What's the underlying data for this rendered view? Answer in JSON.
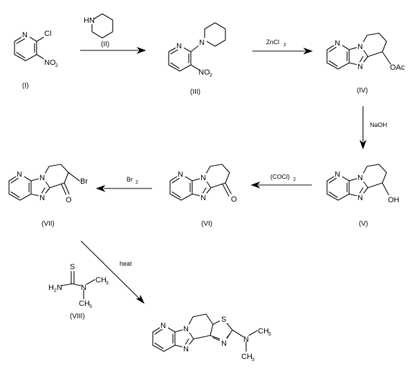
{
  "compounds": {
    "I": {
      "label": "(I)",
      "atoms": {
        "n": "N",
        "cl": "Cl",
        "no2": "NO",
        "no2_sub": "2"
      }
    },
    "II": {
      "label": "(II)",
      "atoms": {
        "hn": "HN"
      }
    },
    "III": {
      "label": "(III)",
      "atoms": {
        "n_py": "N",
        "n_pip": "N",
        "no2": "NO",
        "no2_sub": "2"
      }
    },
    "IV": {
      "label": "(IV)",
      "atoms": {
        "n1": "N",
        "n2": "N",
        "n3": "N",
        "oac": "OAc"
      }
    },
    "V": {
      "label": "(V)",
      "atoms": {
        "n1": "N",
        "n2": "N",
        "n3": "N",
        "oh": "OH"
      }
    },
    "VI": {
      "label": "(VI)",
      "atoms": {
        "n1": "N",
        "n2": "N",
        "n3": "N",
        "o": "O"
      }
    },
    "VII": {
      "label": "(VII)",
      "atoms": {
        "n1": "N",
        "n2": "N",
        "n3": "N",
        "o": "O",
        "br": "Br"
      }
    },
    "VIII": {
      "label": "(VIII)",
      "atoms": {
        "s": "S",
        "h2n": "H",
        "h2n_sub": "2",
        "h2n_n": "N",
        "n": "N",
        "ch3a": "CH",
        "ch3a_sub": "3",
        "ch3b": "CH",
        "ch3b_sub": "3"
      }
    },
    "product": {
      "atoms": {
        "n1": "N",
        "n2": "N",
        "n3": "N",
        "s": "S",
        "n4": "N",
        "n5": "N",
        "ch3a": "CH",
        "ch3a_sub": "3",
        "ch3b": "CH",
        "ch3b_sub": "3"
      }
    }
  },
  "reagents": {
    "zncl2": "ZnCl",
    "zncl2_sub": "2",
    "naoh": "NaOH",
    "cocl2": "(COCl)",
    "cocl2_sub": "2",
    "br2": "Br",
    "br2_sub": "2",
    "heat": "heat"
  }
}
